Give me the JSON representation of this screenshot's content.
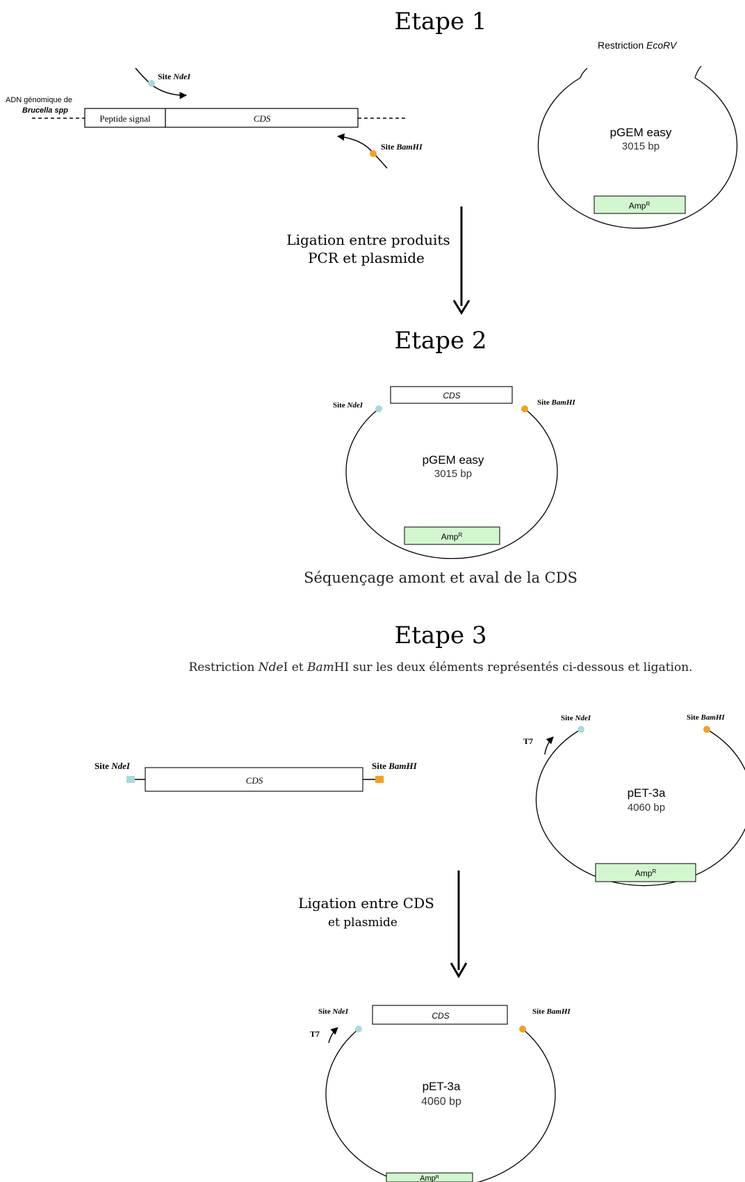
{
  "colors": {
    "ndei_site": "#a8d8e0",
    "bamhi_site": "#f5a01e",
    "ampr_fill": "#d2f7cf",
    "line": "#000000"
  },
  "step1": {
    "title": "Etape 1",
    "dna_label_line1": "ADN génomique de",
    "dna_label_line2": "Brucella spp",
    "peptide_label": "Peptide signal",
    "cds_label": "CDS",
    "site_ndei_prefix": "Site ",
    "site_ndei_enzyme": "NdeI",
    "site_bamhi_prefix": "Site ",
    "site_bamhi_enzyme": "BamHI",
    "restriction_prefix": "Restriction ",
    "restriction_enzyme": "EcoRV",
    "plasmid_name": "pGEM easy",
    "plasmid_size": "3015 bp",
    "ampr_base": "Amp",
    "ampr_sup": "R"
  },
  "arrow1": {
    "line1": "Ligation entre produits",
    "line2": "PCR et plasmide"
  },
  "step2": {
    "title": "Etape 2",
    "cds_label": "CDS",
    "site_ndei_prefix": "Site ",
    "site_ndei_enzyme": "NdeI",
    "site_bamhi_prefix": "Site ",
    "site_bamhi_enzyme": "BamHI",
    "plasmid_name": "pGEM easy",
    "plasmid_size": "3015 bp",
    "ampr_base": "Amp",
    "ampr_sup": "R",
    "caption": "Séquençage amont et aval de la CDS"
  },
  "step3": {
    "title": "Etape 3",
    "desc_1": "Restriction ",
    "desc_enzyme1": "Nde",
    "desc_2": "I et ",
    "desc_enzyme2": "Bam",
    "desc_3": "HI sur les deux éléments représentés ci-dessous et ligation.",
    "insert_site_ndei_prefix": "Site ",
    "insert_site_ndei_enzyme": "NdeI",
    "insert_site_bamhi_prefix": "Site ",
    "insert_site_bamhi_enzyme": "BamHI",
    "insert_cds": "CDS",
    "vec_site_ndei_prefix": "Site ",
    "vec_site_ndei_enzyme": "NdeI",
    "vec_site_bamhi_prefix": "Site ",
    "vec_site_bamhi_enzyme": "BamHI",
    "t7": "T7",
    "plasmid_name": "pET-3a",
    "plasmid_size": "4060 bp",
    "ampr_base": "Amp",
    "ampr_sup": "R"
  },
  "arrow2": {
    "line1": "Ligation entre CDS",
    "line2": "et plasmide"
  },
  "final": {
    "site_ndei_prefix": "Site ",
    "site_ndei_enzyme": "NdeI",
    "site_bamhi_prefix": "Site ",
    "site_bamhi_enzyme": "BamHI",
    "cds_label": "CDS",
    "t7": "T7",
    "plasmid_name": "pET-3a",
    "plasmid_size": "4060 bp",
    "ampr_base": "Amp",
    "ampr_sup": "R"
  }
}
